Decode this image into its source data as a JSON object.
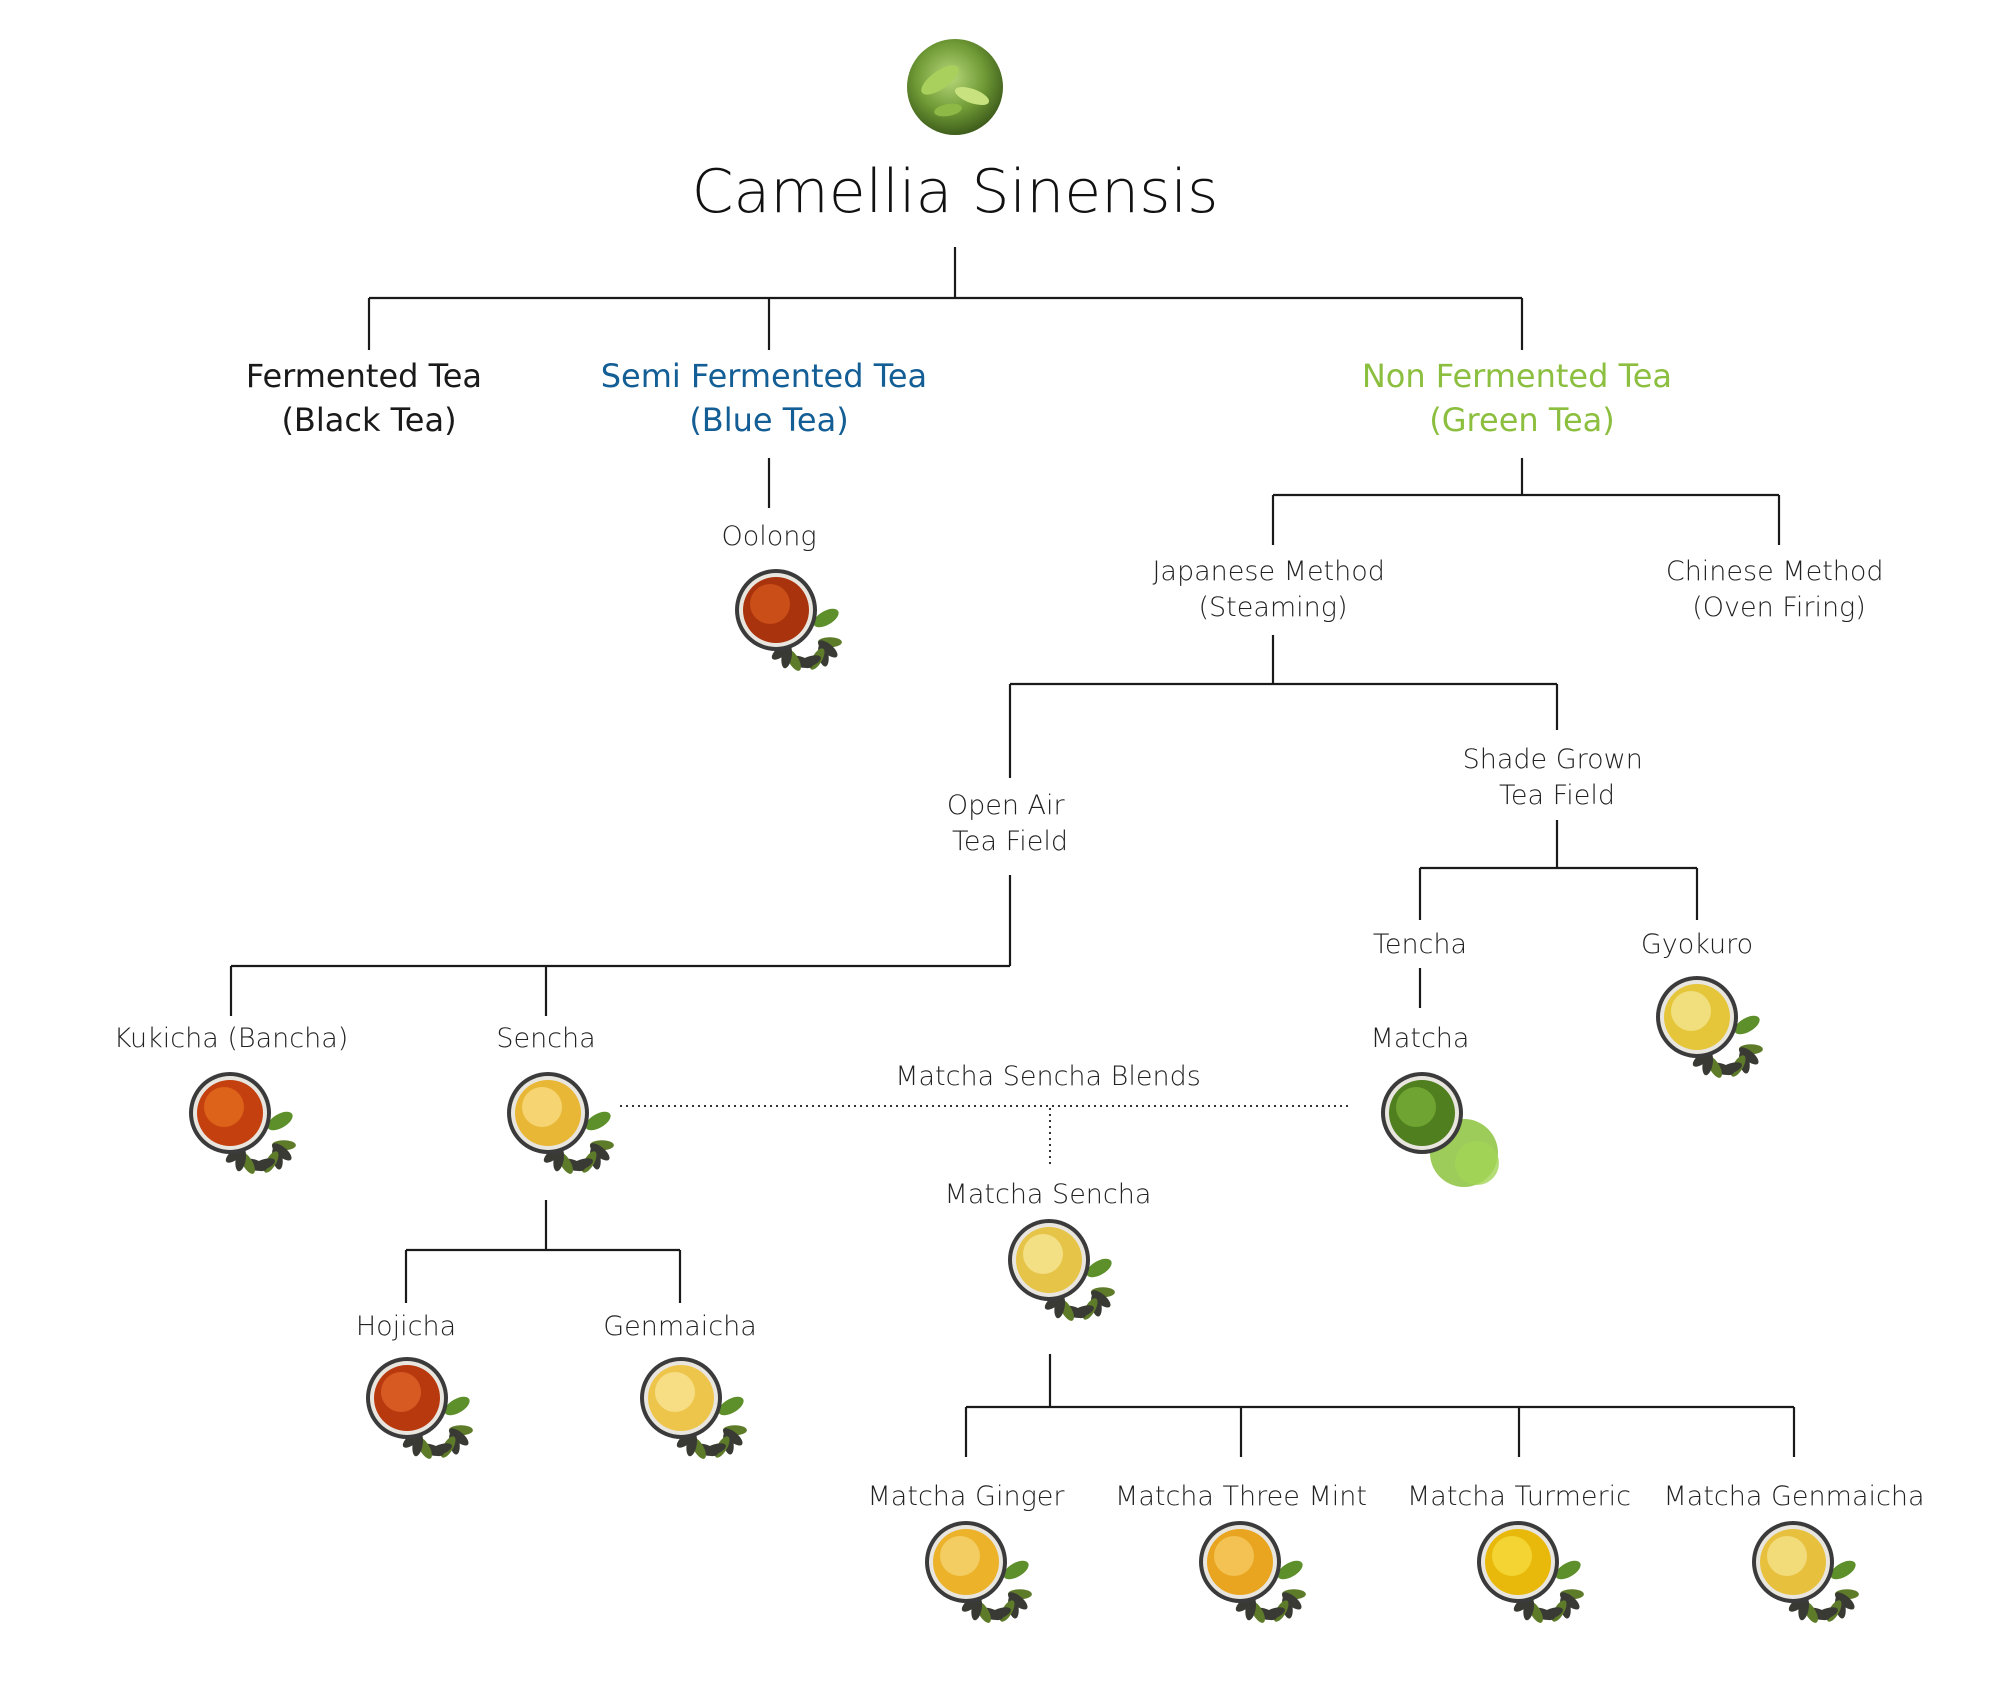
{
  "title": "Camellia Sinensis",
  "colors": {
    "black_tea": "#1a1a1a",
    "blue_tea": "#145e96",
    "green_tea": "#8cbf3f"
  },
  "icons": {
    "root": "tea-leaf-photo-icon"
  },
  "categories": {
    "fermented": {
      "line1": "Fermented Tea",
      "line2": "(Black Tea)"
    },
    "semi_fermented": {
      "line1": "Semi Fermented Tea",
      "line2": "(Blue Tea)"
    },
    "non_fermented": {
      "line1": "Non Fermented Tea",
      "line2": "(Green Tea)"
    }
  },
  "nodes": {
    "oolong": "Oolong",
    "japanese_method": {
      "line1": "Japanese Method",
      "line2": "(Steaming)"
    },
    "chinese_method": {
      "line1": "Chinese Method",
      "line2": "(Oven Firing)"
    },
    "open_air": {
      "line1": "Open Air",
      "line2": "Tea Field"
    },
    "shade_grown": {
      "line1": "Shade Grown",
      "line2": "Tea Field"
    },
    "tencha": "Tencha",
    "gyokuro": "Gyokuro",
    "matcha": "Matcha",
    "kukicha": "Kukicha (Bancha)",
    "sencha": "Sencha",
    "blends": "Matcha Sencha Blends",
    "matcha_sencha": "Matcha Sencha",
    "hojicha": "Hojicha",
    "genmaicha": "Genmaicha",
    "matcha_ginger": "Matcha Ginger",
    "matcha_three_mint": "Matcha Three Mint",
    "matcha_turmeric": "Matcha Turmeric",
    "matcha_genmaicha": "Matcha Genmaicha"
  }
}
